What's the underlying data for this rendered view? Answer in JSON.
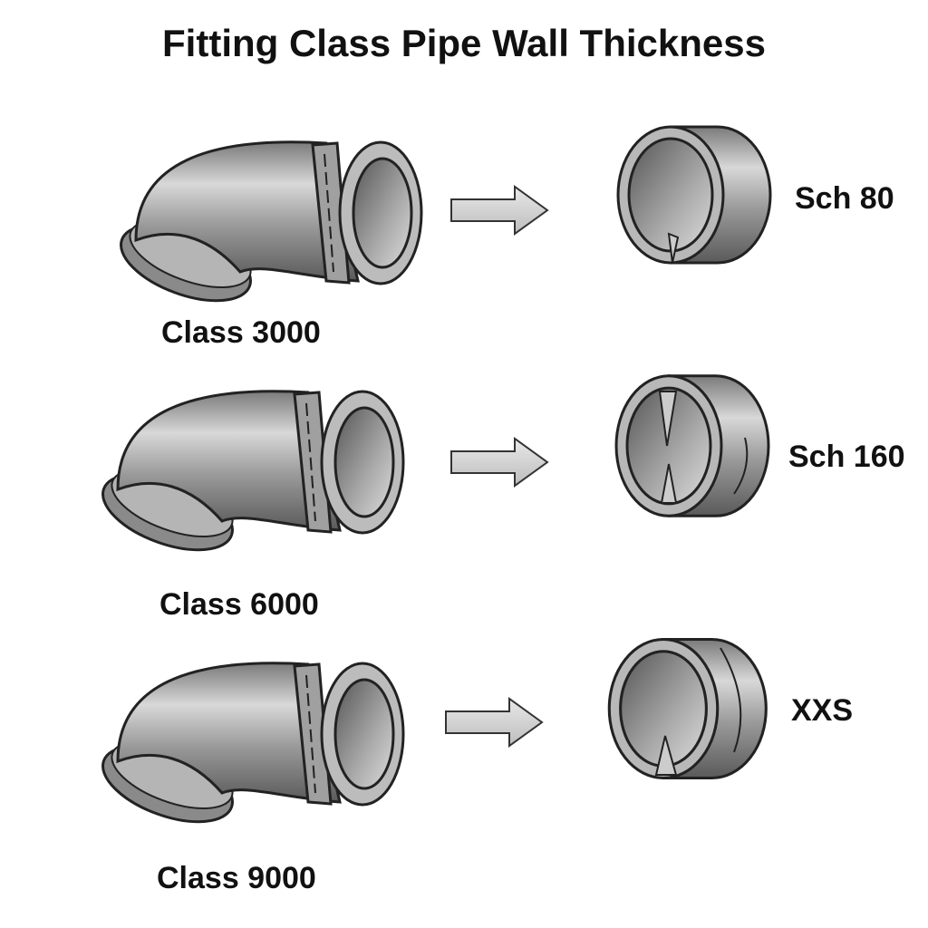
{
  "title": "Fitting Class Pipe Wall Thickness",
  "rows": [
    {
      "fitting_label": "Class 3000",
      "schedule_label": "Sch 80"
    },
    {
      "fitting_label": "Class 6000",
      "schedule_label": "Sch 160"
    },
    {
      "fitting_label": "Class 9000",
      "schedule_label": "XXS"
    }
  ],
  "colors": {
    "metal_light": "#d8d8d8",
    "metal_mid": "#9a9a9a",
    "metal_dark": "#555555",
    "arrow": "#d0d0d0",
    "outline": "#222222"
  }
}
